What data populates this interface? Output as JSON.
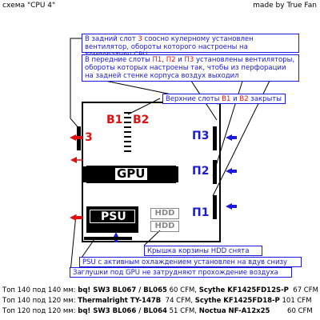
{
  "header": {
    "title": "схема \"CPU 4\"",
    "credit": "made by True Fan"
  },
  "callouts": {
    "rear_slot_pre": "В задний слот ",
    "rear_slot_num": "3",
    "rear_slot_post": " соосно кулерному установлен вентилятор, обороты которого настроены на температуру CPU",
    "front_slots_pre": "В передние слоты ",
    "front_p1": "П1",
    "front_sep1": ", ",
    "front_p2": "П2",
    "front_sep2": " и ",
    "front_p3": "П3",
    "front_slots_post": " установлены вентиляторы, обороты которых настроены так, чтобы из перфорации на задней стенке корпуса воздух выходил",
    "top_slots_pre": "Верхние слоты ",
    "top_b1": "В1",
    "top_and": " и ",
    "top_b2": "В2",
    "top_slots_post": " закрыты",
    "hdd_cover": "Крышка корзины HDD снята",
    "psu_note": "PSU с активным охлаждением установлен на вдув снизу",
    "gpu_plugs": "Заглушки под GPU не затрудняют прохождение воздуха"
  },
  "diagram": {
    "b1": "В1",
    "b2": "В2",
    "rear3": "3",
    "p1": "П1",
    "p2": "П2",
    "p3": "П3",
    "gpu": "GPU",
    "psu": "PSU",
    "hdd1": "HDD",
    "hdd2": "HDD"
  },
  "stats": [
    {
      "size": "Топ 140 под 140 мм: ",
      "fan1": "bq! SW3 BL067 / BL065",
      "cfm1": " 60 CFM, ",
      "fan2": "Scythe KF1425FD12S-P",
      "cfm2": "  67 CFM"
    },
    {
      "size": "Топ 140 под 120 мм: ",
      "fan1": "Thermalright TY-147B",
      "cfm1": "  74 CFM, ",
      "fan2": "Scythe KF1425FD18-P",
      "cfm2": " 101 CFM"
    },
    {
      "size": "Топ 120 под 120 мм: ",
      "fan1": "bq! SW3 BL066 / BL064",
      "cfm1": " 51 CFM, ",
      "fan2": "Noctua NF-A12x25",
      "cfm2": "        60 CFM"
    }
  ],
  "colors": {
    "red": "#e01010",
    "blue": "#1a1adc"
  }
}
